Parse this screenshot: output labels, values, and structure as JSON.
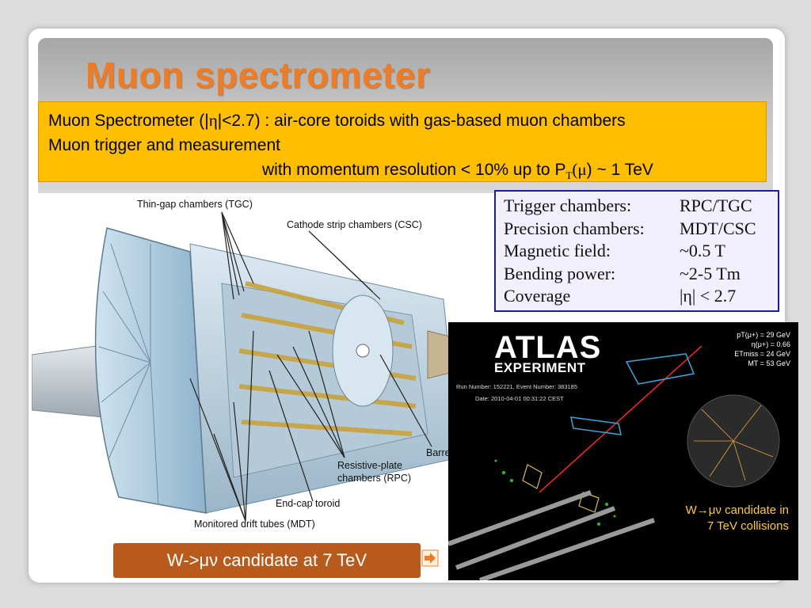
{
  "slide": {
    "title": "Muon spectrometer",
    "box": {
      "line1_pre": "Muon Spectrometer (|",
      "line1_eta": "η",
      "line1_post": "|<2.7) : air-core toroids with gas-based muon chambers",
      "line2": "Muon trigger and measurement",
      "line3_pre": "with momentum resolution < 10% up to P",
      "line3_sub": "T",
      "line3_mu_open": "(",
      "line3_mu": "μ",
      "line3_post": ") ~ 1 TeV"
    },
    "params": [
      {
        "key": "Trigger chambers:",
        "value": "RPC/TGC"
      },
      {
        "key": "Precision chambers:",
        "value": "MDT/CSC"
      },
      {
        "key": "Magnetic field:",
        "value": "~0.5 T"
      },
      {
        "key": "Bending power:",
        "value": "~2-5 Tm"
      },
      {
        "key": "Coverage",
        "value": "|η| < 2.7"
      }
    ],
    "detector_labels": {
      "tgc": "Thin-gap chambers (TGC)",
      "csc": "Cathode strip chambers (CSC)",
      "barrel": "Barrel toroid",
      "rpc1": "Resistive-plate",
      "rpc2": "chambers (RPC)",
      "endcap": "End-cap toroid",
      "mdt": "Monitored drift tubes (MDT)"
    },
    "event": {
      "atlas": "ATLAS",
      "experiment": "EXPERIMENT",
      "run": "Run Number: 152221, Event Number: 383185",
      "date": "Date: 2010-04-01 00:31:22 CEST",
      "kin1": "pT(μ+) = 29 GeV",
      "kin2": "η(μ+) = 0.66",
      "kin3": "ETmiss = 24 GeV",
      "kin4": "MT = 53 GeV",
      "cand1": "W→μν candidate in",
      "cand2": "7 TeV collisions"
    },
    "caption": "W->μν candidate at 7 TeV",
    "colors": {
      "title": "#ec7c25",
      "box": "#ffbe00",
      "caption_bg": "#b75a1c",
      "params_border": "#1f1f8f"
    }
  }
}
